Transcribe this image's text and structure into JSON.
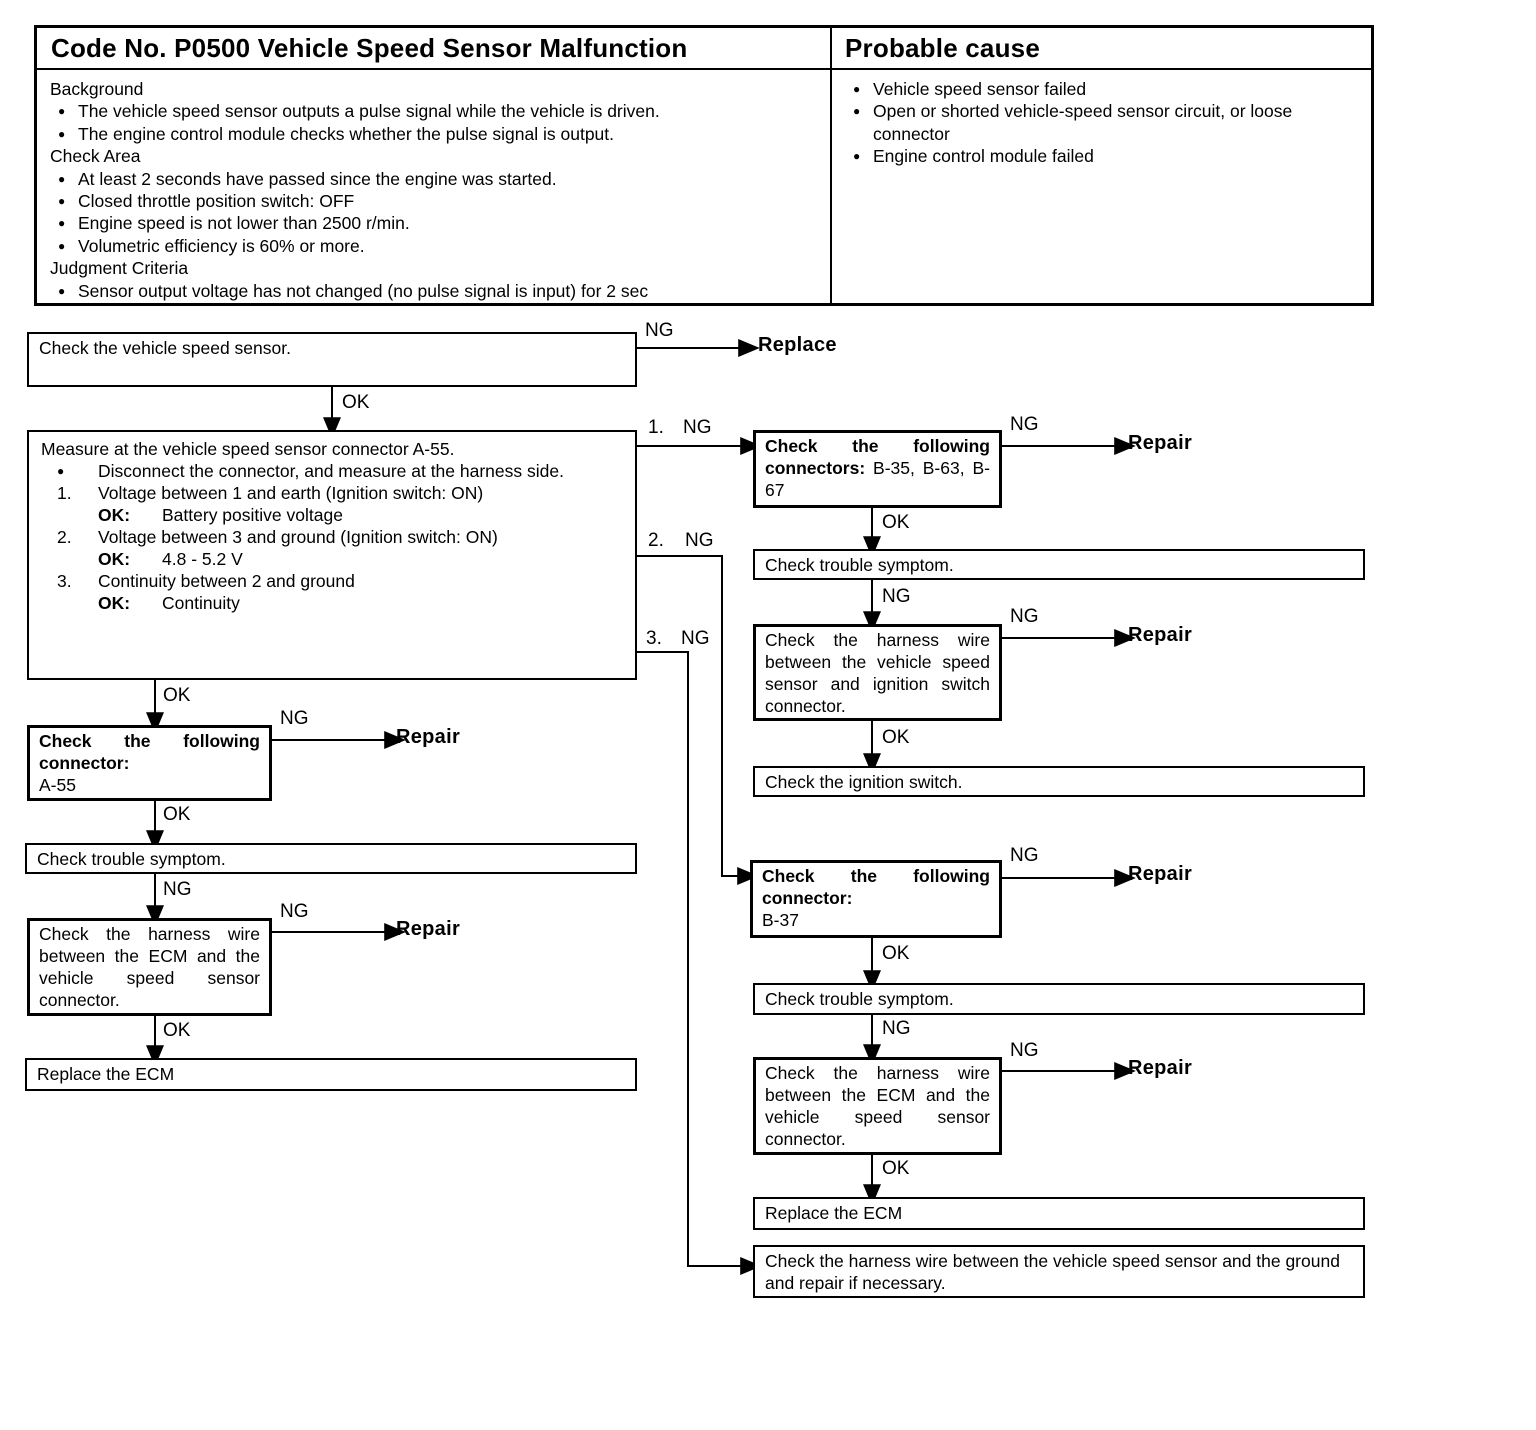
{
  "labels": {
    "ng": "NG",
    "ok": "OK",
    "repair": "Repair",
    "replace": "Replace",
    "n1": "1.",
    "n2": "2.",
    "n3": "3.",
    "bullet": "●"
  },
  "table": {
    "title": "Code No. P0500 Vehicle Speed Sensor Malfunction",
    "probable_cause_title": "Probable cause",
    "left": [
      {
        "style": "header",
        "text": "Background"
      },
      {
        "style": "bullet",
        "text": "The vehicle speed sensor outputs a pulse signal while the vehicle is driven."
      },
      {
        "style": "bullet",
        "text": "The engine control module checks whether the pulse signal is output."
      },
      {
        "style": "header",
        "text": "Check Area"
      },
      {
        "style": "bullet",
        "text": "At least 2 seconds have passed since the engine was started."
      },
      {
        "style": "bullet",
        "text": "Closed throttle position switch: OFF"
      },
      {
        "style": "bullet",
        "text": "Engine speed is not lower than 2500 r/min."
      },
      {
        "style": "bullet",
        "text": "Volumetric efficiency is 60% or more."
      },
      {
        "style": "header",
        "text": "Judgment Criteria"
      },
      {
        "style": "bullet",
        "text": "Sensor output voltage has not changed (no pulse signal is input) for 2 sec"
      }
    ],
    "right": [
      "Vehicle speed sensor failed",
      "Open or shorted vehicle-speed sensor circuit, or loose connector",
      "Engine control module failed"
    ]
  },
  "flow": {
    "check_sensor": "Check the vehicle speed sensor.",
    "measure": {
      "title": "Measure at the vehicle speed sensor connector A-55.",
      "bullet_text": "Disconnect the connector, and measure at the harness side.",
      "items": [
        {
          "num": "1.",
          "text": "Voltage between 1 and earth (Ignition switch: ON)",
          "ok_label": "OK:",
          "ok": "Battery positive voltage"
        },
        {
          "num": "2.",
          "text": "Voltage between 3 and ground (Ignition switch: ON)",
          "ok_label": "OK:",
          "ok": "4.8 - 5.2 V"
        },
        {
          "num": "3.",
          "text": "Continuity between 2 and ground",
          "ok_label": "OK:",
          "ok": "Continuity"
        }
      ]
    },
    "connectors_b": {
      "bold": "Check the following connectors:",
      "rest": "B-35, B-63, B-67"
    },
    "trouble_symptom_1": "Check trouble symptom.",
    "harness_ignition": "Check the harness wire between the vehicle speed sensor and ignition switch connector.",
    "ignition_switch": "Check the ignition switch.",
    "connector_a55": {
      "bold": "Check the following connector:",
      "rest": "A-55"
    },
    "trouble_symptom_2": "Check trouble symptom.",
    "harness_ecm_left": "Check the harness wire between the ECM and the vehicle speed sensor connector.",
    "replace_ecm_left": "Replace the ECM",
    "connector_b37": {
      "bold": "Check the following connector:",
      "rest": "B-37"
    },
    "trouble_symptom_3": "Check trouble symptom.",
    "harness_ecm_right": "Check the harness wire between the ECM and the vehicle speed sensor connector.",
    "replace_ecm_right": "Replace the ECM",
    "harness_ground": "Check the harness wire between the vehicle speed sensor and the ground and repair if necessary."
  }
}
